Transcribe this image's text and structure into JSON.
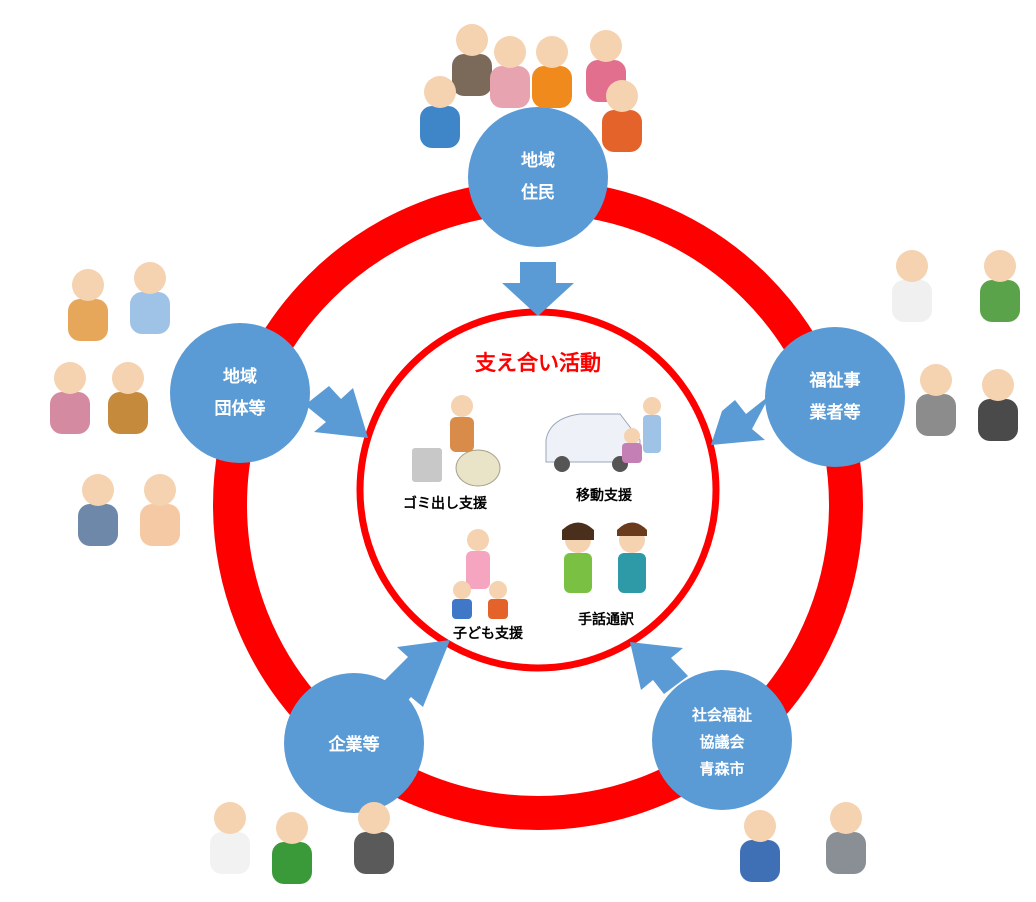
{
  "colors": {
    "ring": "#ff0000",
    "node_fill": "#5b9bd5",
    "arrow_fill": "#5b9bd5",
    "title_color": "#ff0000"
  },
  "center": {
    "title": "支え合い活動",
    "activities": [
      {
        "label": "ゴミ出し支援",
        "icon": "garbage-support-illustration"
      },
      {
        "label": "移動支援",
        "icon": "transport-support-illustration"
      },
      {
        "label": "子ども支援",
        "icon": "child-support-illustration"
      },
      {
        "label": "手話通訳",
        "icon": "sign-language-illustration"
      }
    ]
  },
  "nodes": [
    {
      "id": "residents",
      "lines": [
        "地域",
        "住民"
      ],
      "people": "family-group-illustration"
    },
    {
      "id": "groups",
      "lines": [
        "地域",
        "団体等"
      ],
      "people": "community-members-illustration"
    },
    {
      "id": "welfare_business",
      "lines": [
        "福祉事",
        "業者等"
      ],
      "people": "care-workers-illustration"
    },
    {
      "id": "companies",
      "lines": [
        "企業等"
      ],
      "people": "company-workers-illustration"
    },
    {
      "id": "council",
      "lines": [
        "社会福祉",
        "協議会",
        "青森市"
      ],
      "people": "council-staff-illustration"
    }
  ]
}
